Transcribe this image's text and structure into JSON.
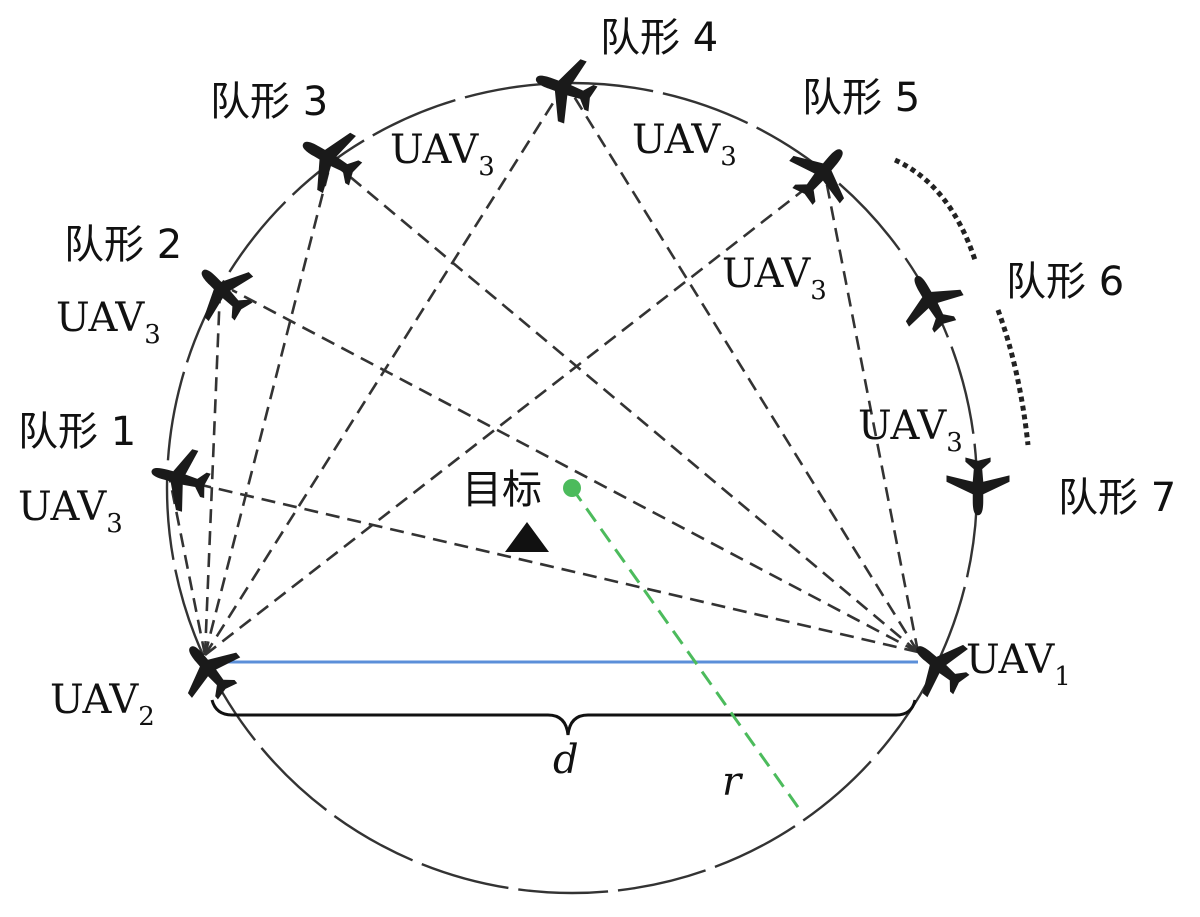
{
  "formations": [
    {
      "label": "队形 1"
    },
    {
      "label": "队形 2"
    },
    {
      "label": "队形 3"
    },
    {
      "label": "队形 4"
    },
    {
      "label": "队形 5"
    },
    {
      "label": "队形 6"
    },
    {
      "label": "队形 7"
    }
  ],
  "uav": {
    "base": "UAV",
    "sub1": "1",
    "sub2": "2",
    "sub3": "3"
  },
  "target": {
    "label": "目标"
  },
  "dims": {
    "d": "d",
    "r": "r"
  },
  "colors": {
    "baseline": "#5b8fd9",
    "radius": "#4cbb5c",
    "lines": "#333333"
  },
  "icons": {
    "aircraft": "aircraft-icon",
    "target": "triangle-icon",
    "center": "dot-icon"
  }
}
